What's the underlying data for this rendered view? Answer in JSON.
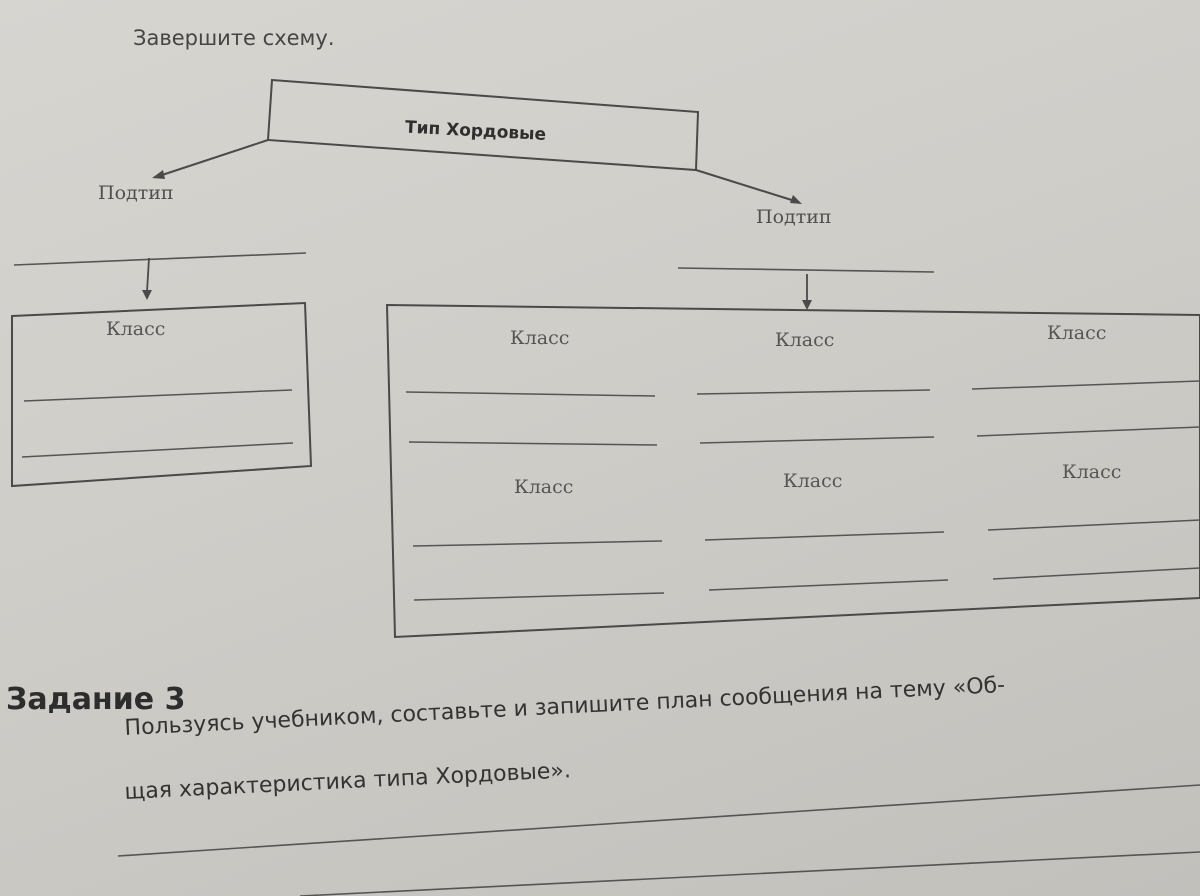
{
  "instruction": "Завершите схему.",
  "diagram": {
    "root": "Тип Хордовые",
    "subtype_left": "Подтип",
    "subtype_right": "Подтип",
    "class_label": "Класс"
  },
  "task3": {
    "title": "Задание 3",
    "line1": "Пользуясь учебником, составьте и запишите план сообщения на тему «Об-",
    "line2": "щая характеристика типа Хордовые»."
  }
}
